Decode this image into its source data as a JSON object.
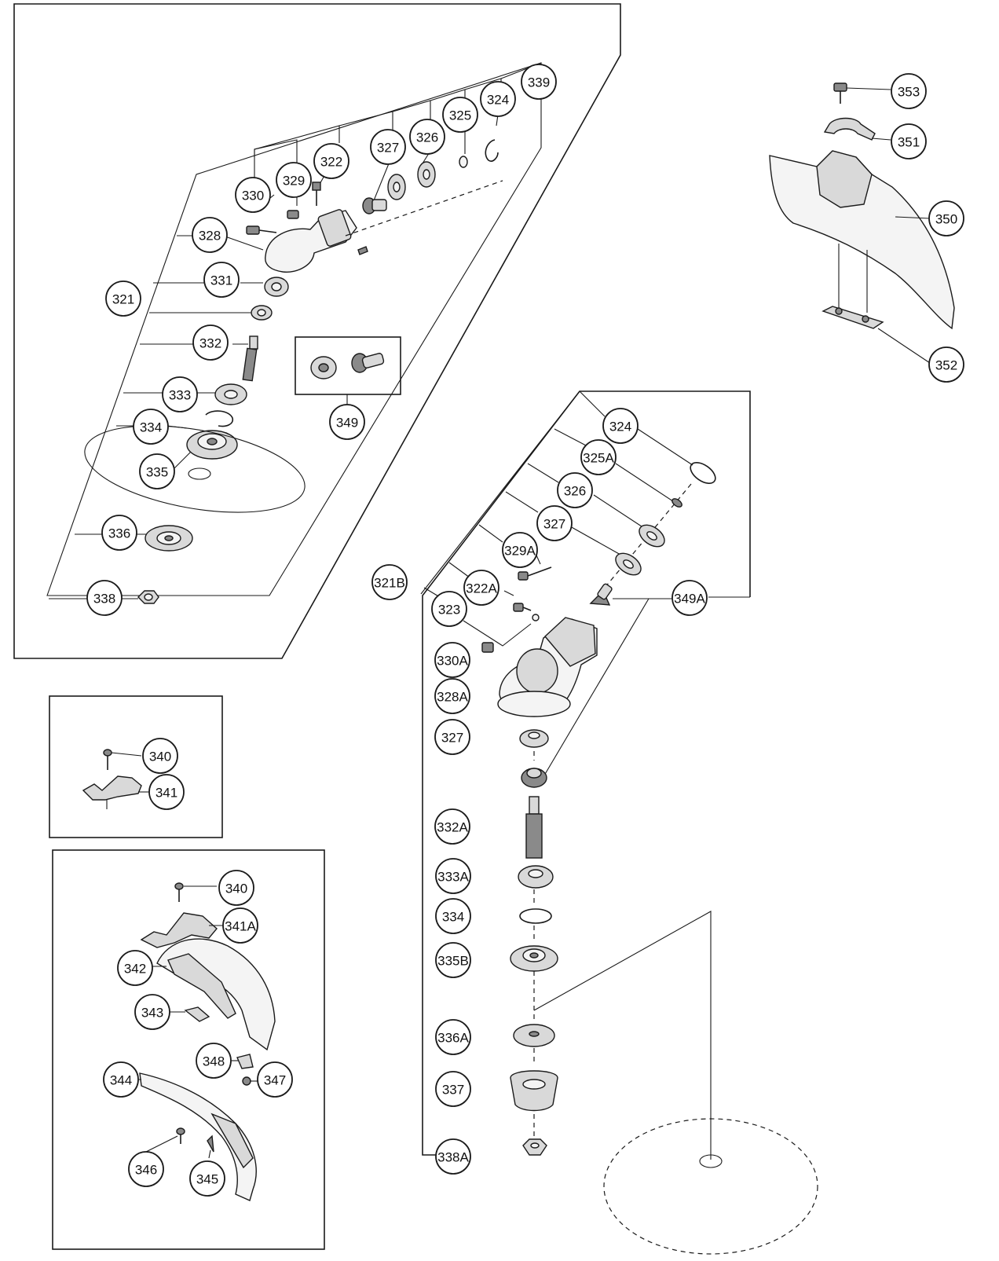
{
  "callouts": [
    "339",
    "324",
    "325",
    "326",
    "327",
    "322",
    "329",
    "330",
    "328",
    "331",
    "321",
    "332",
    "333",
    "334",
    "335",
    "336",
    "338",
    "349",
    "353",
    "351",
    "350",
    "352",
    "324",
    "325A",
    "326",
    "327",
    "329A",
    "321B",
    "322A",
    "323",
    "349A",
    "330A",
    "328A",
    "327",
    "332A",
    "333A",
    "334",
    "335B",
    "336A",
    "337",
    "338A",
    "340",
    "341",
    "340",
    "341A",
    "342",
    "343",
    "348",
    "347",
    "344",
    "346",
    "345"
  ]
}
